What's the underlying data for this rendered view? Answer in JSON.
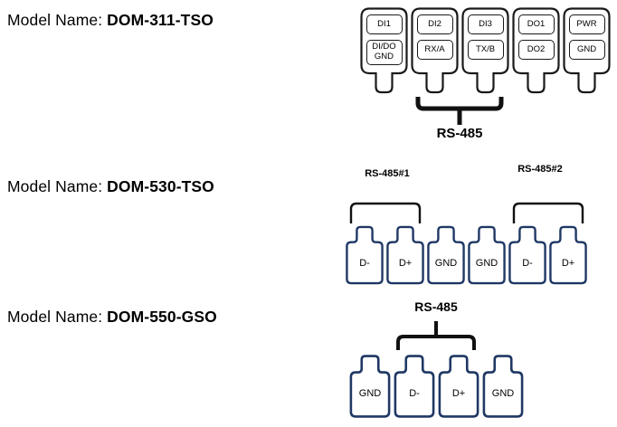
{
  "models": {
    "m1": {
      "prefix": "Model Name: ",
      "name": "DOM-311-TSO"
    },
    "m2": {
      "prefix": "Model Name: ",
      "name": "DOM-530-TSO"
    },
    "m3": {
      "prefix": "Model Name: ",
      "name": "DOM-550-GSO"
    }
  },
  "diagram_311": {
    "terminals": [
      {
        "top": "DI1",
        "bottom": "DI/DO\nGND"
      },
      {
        "top": "DI2",
        "bottom": "RX/A"
      },
      {
        "top": "DI3",
        "bottom": "TX/B"
      },
      {
        "top": "DO1",
        "bottom": "DO2"
      },
      {
        "top": "PWR",
        "bottom": "GND"
      }
    ],
    "bracket_label": "RS-485"
  },
  "diagram_530": {
    "bracket1_label": "RS-485#1",
    "bracket2_label": "RS-485#2",
    "terminals": [
      "D-",
      "D+",
      "GND",
      "GND",
      "D-",
      "D+"
    ]
  },
  "diagram_550": {
    "bracket_label": "RS-485",
    "terminals": [
      "GND",
      "D-",
      "D+",
      "GND"
    ]
  },
  "colors": {
    "outline_black": "#1a1a1a",
    "outline_navy": "#1f3864",
    "background": "#ffffff"
  }
}
